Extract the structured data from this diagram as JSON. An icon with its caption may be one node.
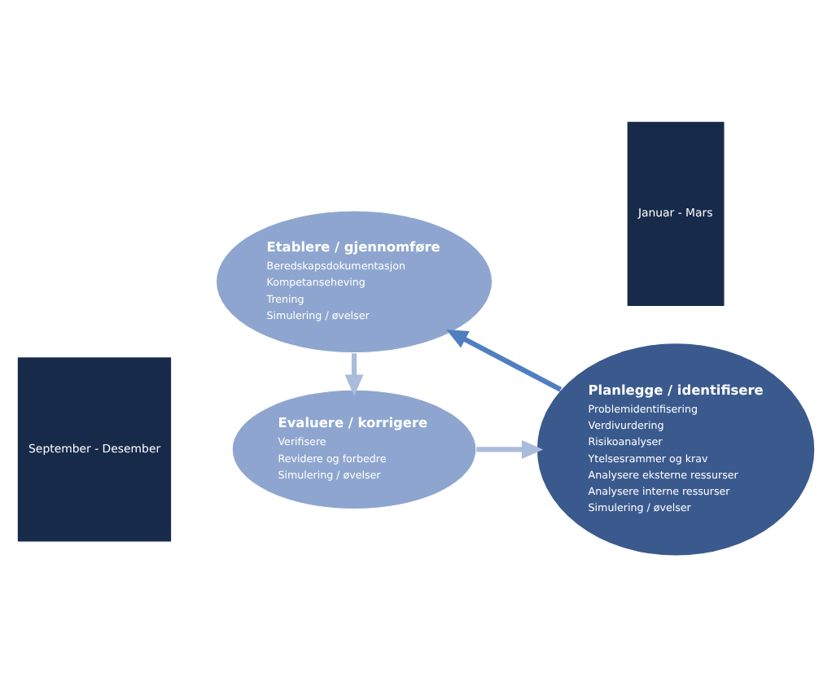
{
  "diagram": {
    "nodes": [
      {
        "text": [
          "September - Desember"
        ]
      },
      {
        "text": [
          "Evaluere / korrigere",
          "Verifisere",
          "Revidere og forbedre",
          "Simulering / øvelser"
        ]
      },
      {
        "text": [
          "Planlegge / identifisere",
          "Problemidentifisering",
          "Verdivurdering",
          "Risikoanalyser",
          "Ytelsesrammer og krav",
          "Analysere eksterne ressurser",
          "Analysere interne ressurser",
          "Simulering / øvelser"
        ]
      },
      {
        "text": [
          "Januar - Mars"
        ]
      },
      {
        "text": [
          "Etablere / gjennomføre",
          "Beredskapsdokumentasjon",
          "Kompetanseheving",
          "Trening",
          "Simulering / øvelser"
        ]
      }
    ],
    "edges": [
      {
        "from": 1,
        "to": 2,
        "arrow": "to"
      },
      {
        "from": 2,
        "to": 4,
        "arrow": "to"
      },
      {
        "from": 4,
        "to": 1,
        "arrow": "to"
      }
    ]
  }
}
